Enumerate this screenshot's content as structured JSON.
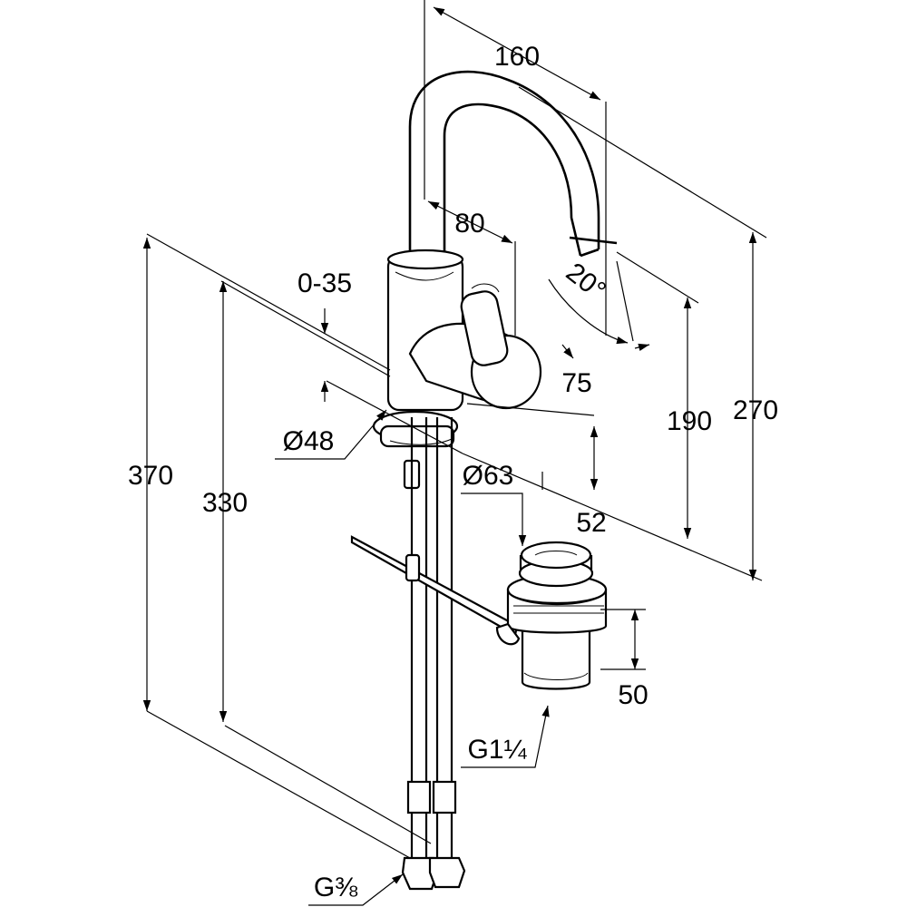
{
  "dimensions": {
    "reach_spout": "160",
    "reach_lever": "80",
    "swivel_angle": "20°",
    "flow_height": "190",
    "spout_height": "270",
    "mount_thickness": "0-35",
    "body_diameter": "Ø48",
    "lever_height": "75",
    "lever_offset": "52",
    "waste_diameter": "Ø63",
    "total_height": "370",
    "hose_length": "330",
    "waste_length": "50",
    "waste_thread": "G1¼",
    "supply_thread": "G⅜"
  }
}
